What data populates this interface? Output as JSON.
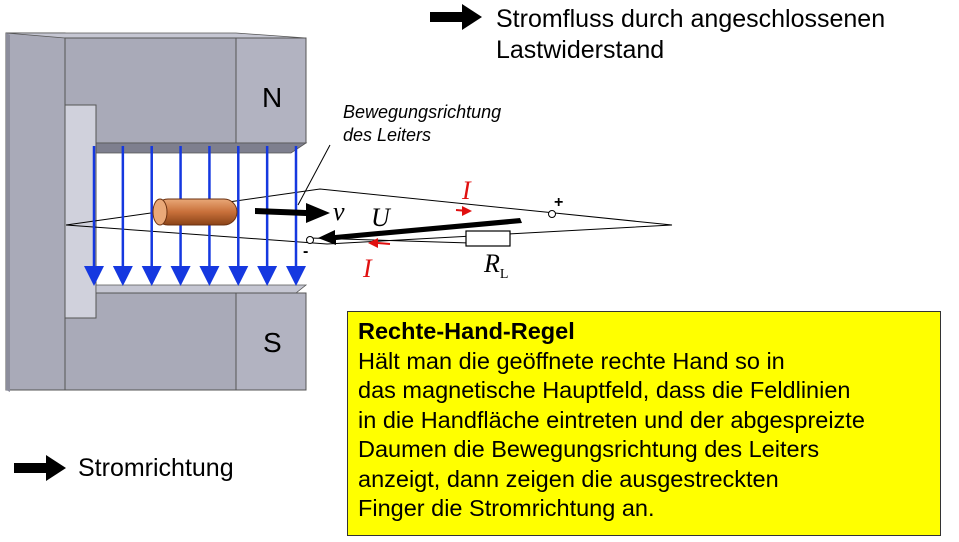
{
  "legend_load_current": "Stromfluss durch angeschlossenen",
  "legend_load_current_2": "Lastwiderstand",
  "legend_current_direction": "Stromrichtung",
  "motion_label_line1": "Bewegungsrichtung",
  "motion_label_line2": "des Leiters",
  "pole_north": "N",
  "pole_south": "S",
  "symbol_velocity": "v",
  "symbol_voltage": "U",
  "symbol_current_top": "I",
  "symbol_current_bottom": "I",
  "symbol_resistor": "R",
  "symbol_resistor_sub": "L",
  "terminal_plus": "+",
  "terminal_minus": "-",
  "rule_box": {
    "title": "Rechte-Hand-Regel",
    "body": "Hält man die geöffnete rechte Hand so in\ndas magnetische Hauptfeld, dass die Feldlinien\nin die Handfläche eintreten und der abgespreizte\nDaumen die Bewegungsrichtung des Leiters\nanzeigt, dann zeigen die ausgestreckten\nFinger die Stromrichtung an."
  },
  "colors": {
    "magnet_front": "#a9aab8",
    "magnet_side": "#8c8d9c",
    "magnet_top": "#c5c6d2",
    "field_lines": "#1538e0",
    "current_arrows": "#e01010",
    "conductor": "#c8703a",
    "rule_box_bg": "#ffff00"
  },
  "field_line_count": 8
}
